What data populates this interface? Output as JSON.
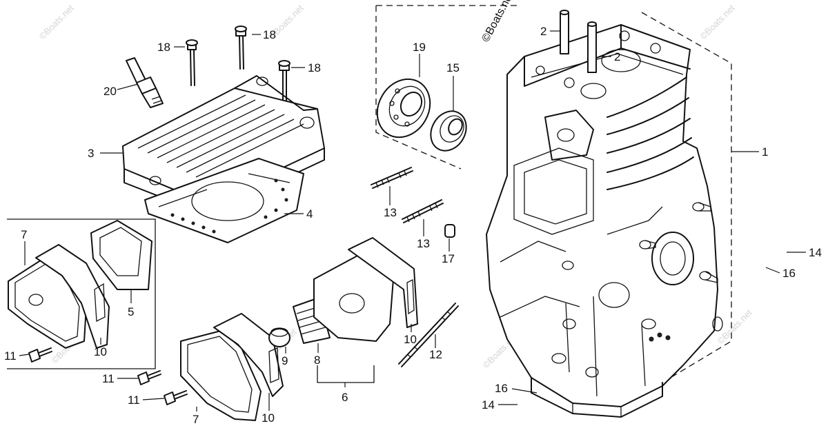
{
  "callouts": {
    "p1": "1",
    "p2a": "2",
    "p2b": "2",
    "p3": "3",
    "p4": "4",
    "p5": "5",
    "p6": "6",
    "p7a": "7",
    "p7b": "7",
    "p8": "8",
    "p9": "9",
    "p10a": "10",
    "p10b": "10",
    "p10c": "10",
    "p11a": "11",
    "p11b": "11",
    "p11c": "11",
    "p12": "12",
    "p13a": "13",
    "p13b": "13",
    "p14a": "14",
    "p14b": "14",
    "p15": "15",
    "p16a": "16",
    "p16b": "16",
    "p17": "17",
    "p18a": "18",
    "p18b": "18",
    "p18c": "18",
    "p19": "19",
    "p20": "20"
  },
  "watermark": {
    "text": "©Boats.net",
    "main": "©Boats.net"
  },
  "icons": {
    "cylinder_block": "cylinder-block-icon",
    "cylinder_head": "cylinder-head-icon",
    "spark_plug": "spark-plug-icon",
    "bolt": "bolt-icon",
    "bearing": "ball-bearing-icon",
    "oil_seal": "oil-seal-icon"
  }
}
